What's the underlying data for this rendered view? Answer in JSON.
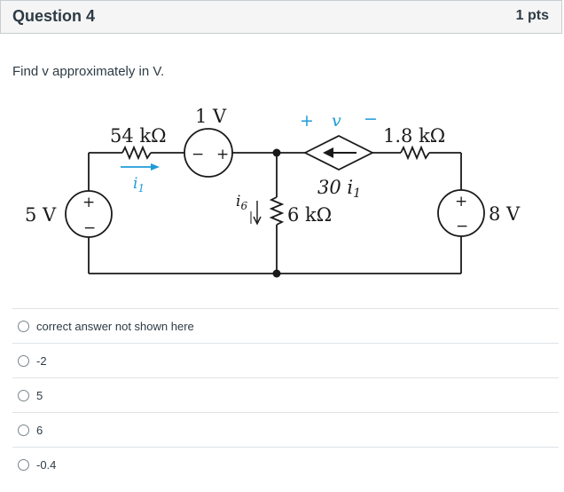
{
  "question": {
    "title": "Question 4",
    "points": "1 pts",
    "prompt": "Find v approximately in V."
  },
  "circuit": {
    "labels": {
      "r1": "54 kΩ",
      "vs1": "1 V",
      "vsrc_left": "5 V",
      "current_i1": "i",
      "current_i1_sub": "1",
      "v_plus": "+",
      "v_name": "v",
      "v_minus": "−",
      "dep_source": "30 i",
      "dep_source_sub": "1",
      "r3": "1.8 kΩ",
      "r2": "6 kΩ",
      "i6": "i",
      "i6_sub": "6",
      "vsrc_right": "8 V",
      "plus": "+",
      "minus": "−"
    }
  },
  "answers": [
    "correct answer not shown here",
    "-2",
    "5",
    "6",
    "-0.4"
  ],
  "colors": {
    "accent_blue": "#1f9bd8",
    "wire": "#1a1a1a"
  }
}
